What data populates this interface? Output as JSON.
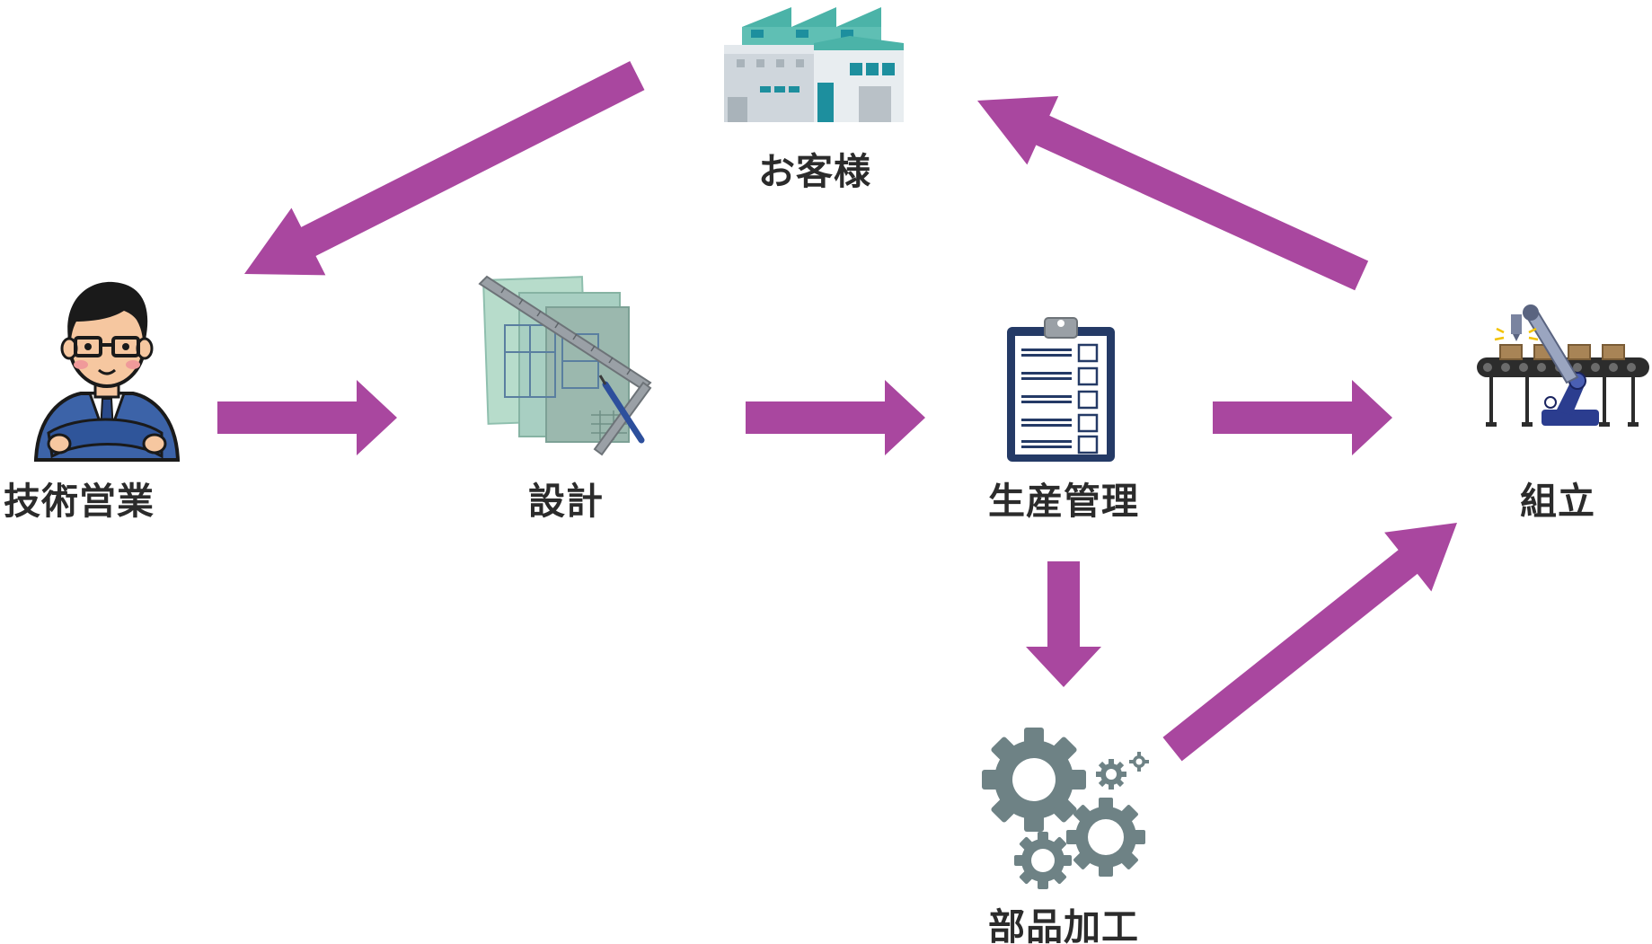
{
  "diagram": {
    "arrow_color": "#a9479f",
    "nodes": {
      "customer": {
        "label": "お客様",
        "icon": "factory-icon"
      },
      "sales": {
        "label": "技術営業",
        "icon": "salesman-icon"
      },
      "design": {
        "label": "設計",
        "icon": "blueprint-icon"
      },
      "production": {
        "label": "生産管理",
        "icon": "clipboard-checklist-icon"
      },
      "assembly": {
        "label": "組立",
        "icon": "robot-arm-conveyor-icon"
      },
      "machining": {
        "label": "部品加工",
        "icon": "gears-icon"
      }
    },
    "flows": [
      {
        "from": "customer",
        "to": "sales"
      },
      {
        "from": "sales",
        "to": "design"
      },
      {
        "from": "design",
        "to": "production"
      },
      {
        "from": "production",
        "to": "assembly"
      },
      {
        "from": "production",
        "to": "machining"
      },
      {
        "from": "machining",
        "to": "assembly"
      },
      {
        "from": "assembly",
        "to": "customer"
      }
    ]
  }
}
